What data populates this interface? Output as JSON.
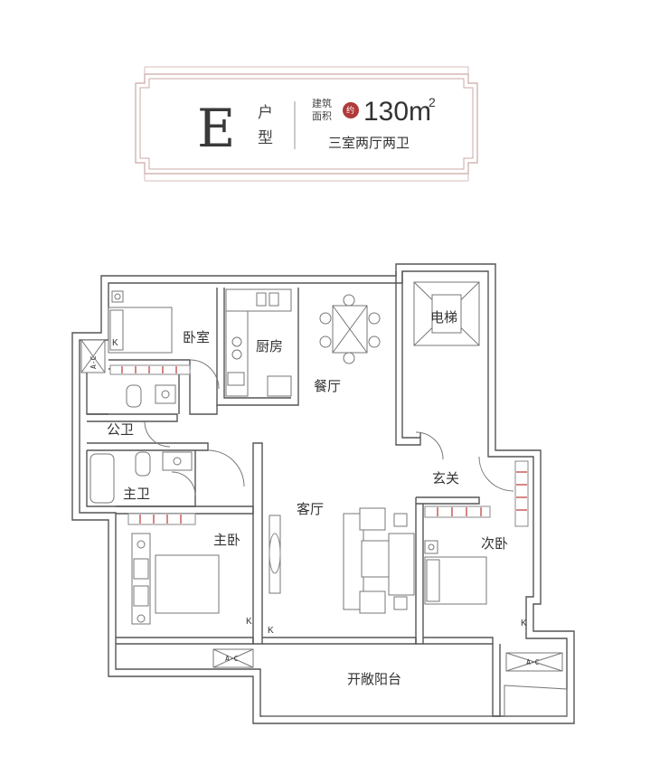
{
  "header": {
    "letter": "E",
    "type_char_1": "户",
    "type_char_2": "型",
    "area_label_1": "建筑",
    "area_label_2": "面积",
    "approx": "约",
    "area_value": "130",
    "area_unit": "m",
    "area_sup": "2",
    "layout": "三室两厅两卫"
  },
  "rooms": {
    "bedroom": "卧室",
    "kitchen": "厨房",
    "dining": "餐厅",
    "elevator": "电梯",
    "public_bath": "公卫",
    "master_bath": "主卫",
    "living": "客厅",
    "foyer": "玄关",
    "master_bedroom": "主卧",
    "second_bedroom": "次卧",
    "balcony": "开敞阳台"
  },
  "markers": {
    "ac": "A-C",
    "k": "K"
  },
  "colors": {
    "frame": "#c9a9a5",
    "accent": "#b03a3a",
    "wall": "#555555"
  }
}
